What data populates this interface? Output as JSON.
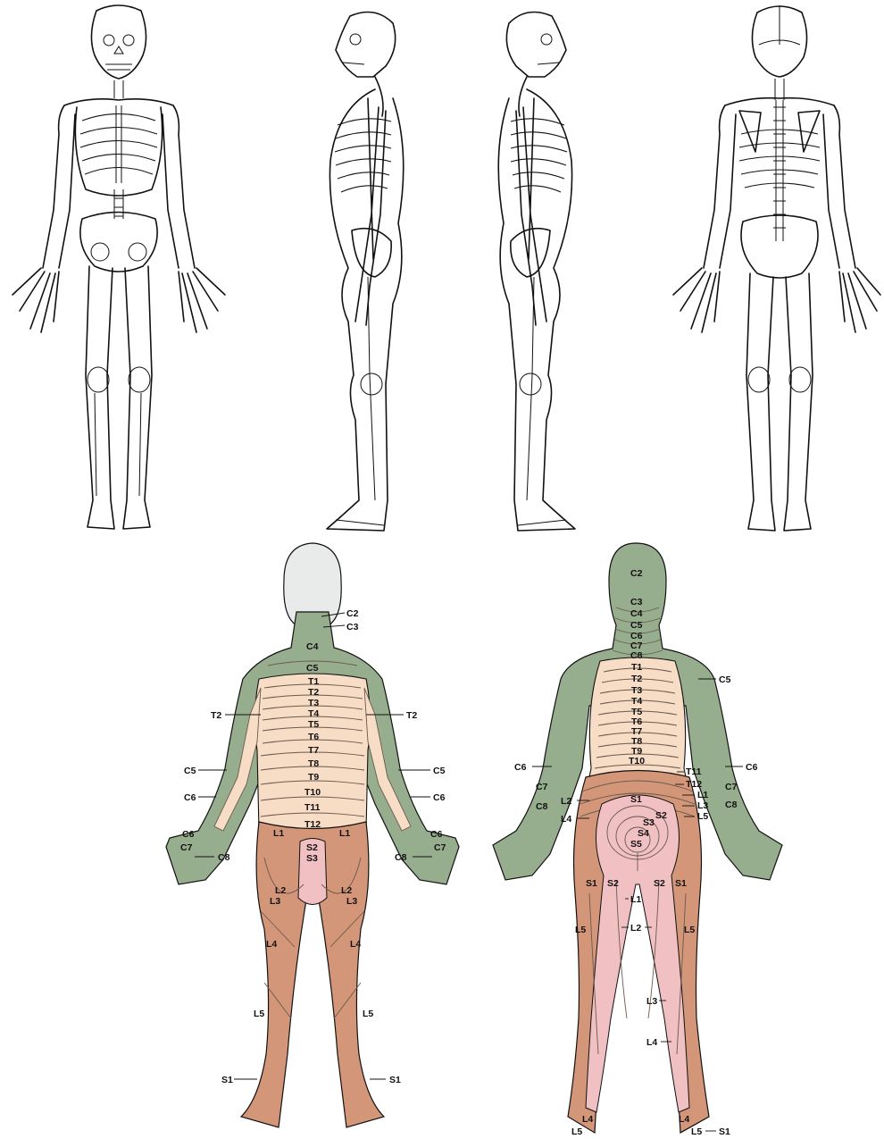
{
  "colors": {
    "cervical": "#97ae8e",
    "thoracic": "#f7dcc6",
    "lumbar": "#d39678",
    "sacral": "#f0c0c3",
    "head_front": "#e9ebea",
    "outline": "#111111"
  },
  "skeleton_views": [
    {
      "id": "anterior",
      "icon": "skeleton-anterior-view"
    },
    {
      "id": "lateral-right",
      "icon": "skeleton-lateral-right-view"
    },
    {
      "id": "lateral-left",
      "icon": "skeleton-lateral-left-view"
    },
    {
      "id": "posterior",
      "icon": "skeleton-posterior-view"
    }
  ],
  "anterior_labels": {
    "c2": "C2",
    "c3": "C3",
    "c4": "C4",
    "c5": "C5",
    "t1": "T1",
    "t2": "T2",
    "t3": "T3",
    "t4": "T4",
    "t5": "T5",
    "t6": "T6",
    "t7": "T7",
    "t8": "T8",
    "t9": "T9",
    "t10": "T10",
    "t11": "T11",
    "t12": "T12",
    "t2_left": "T2",
    "t2_right": "T2",
    "c5_left_arm": "C5",
    "c5_right_arm": "C5",
    "c6_left_arm": "C6",
    "c6_right_arm": "C6",
    "c6_left_hand": "C6",
    "c6_right_hand": "C6",
    "c7_left_hand": "C7",
    "c7_right_hand": "C7",
    "c8_left_hand": "C8",
    "c8_right_hand": "C8",
    "l1_left": "L1",
    "l1_right": "L1",
    "s2": "S2",
    "s3": "S3",
    "l2_left": "L2",
    "l2_right": "L2",
    "l3_left": "L3",
    "l3_right": "L3",
    "l4_left": "L4",
    "l4_right": "L4",
    "l5_left": "L5",
    "l5_right": "L5",
    "s1_left": "S1",
    "s1_right": "S1"
  },
  "posterior_labels": {
    "c2": "C2",
    "c3": "C3",
    "c4": "C4",
    "c5": "C5",
    "c6": "C6",
    "c7": "C7",
    "c8": "C8",
    "t1": "T1",
    "t2": "T2",
    "t3": "T3",
    "t4": "T4",
    "t5": "T5",
    "t6": "T6",
    "t7": "T7",
    "t8": "T8",
    "t9": "T9",
    "t10": "T10",
    "t11": "T11",
    "t12": "T12",
    "c5_arm": "C5",
    "c6_left_arm": "C6",
    "c6_right_arm": "C6",
    "c7_left": "C7",
    "c7_right": "C7",
    "c8_left": "C8",
    "c8_right": "C8",
    "l1": "L1",
    "l2": "L2",
    "l3": "L3",
    "l4": "L4",
    "l5": "L5",
    "s1": "S1",
    "s2": "S2",
    "s3": "S3",
    "s4": "S4",
    "s5": "S5",
    "s1_left_thigh": "S1",
    "s2_left_thigh": "S2",
    "s2_right_thigh": "S2",
    "s1_right_thigh": "S1",
    "l1_thigh": "L1",
    "l2_thigh": "L2",
    "l5_left_leg": "L5",
    "l5_right_leg": "L5",
    "l3_calf": "L3",
    "l4_calf": "L4",
    "l4_left_foot": "L4",
    "l5_left_foot": "L5",
    "l4_right_foot": "L4",
    "l5_right_foot": "L5",
    "s1_foot": "S1"
  }
}
